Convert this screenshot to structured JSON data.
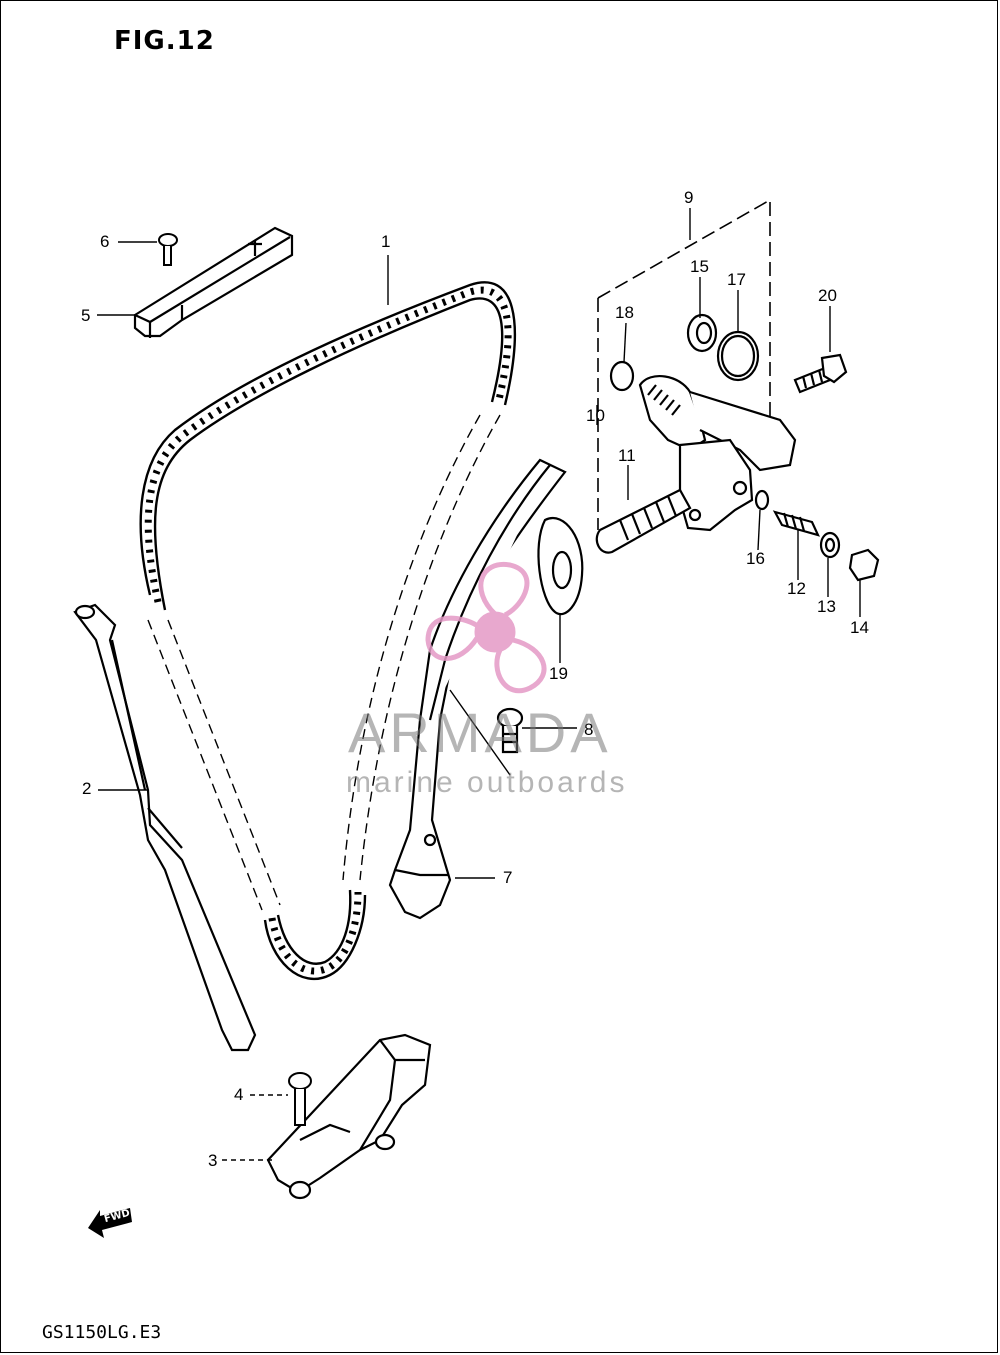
{
  "figure": {
    "title": "FIG.12",
    "code": "GS1150LG.E3"
  },
  "watermark": {
    "brand": "ARMADA",
    "tagline": "marine outboards",
    "logo_color": "#e49ac6",
    "text_color": "#7a7a7a"
  },
  "direction_marker": "FWD",
  "callouts": [
    "1",
    "2",
    "3",
    "4",
    "5",
    "6",
    "7",
    "8",
    "9",
    "10",
    "11",
    "12",
    "13",
    "14",
    "15",
    "16",
    "17",
    "18",
    "19",
    "20"
  ],
  "colors": {
    "line": "#000000",
    "background": "#ffffff"
  }
}
